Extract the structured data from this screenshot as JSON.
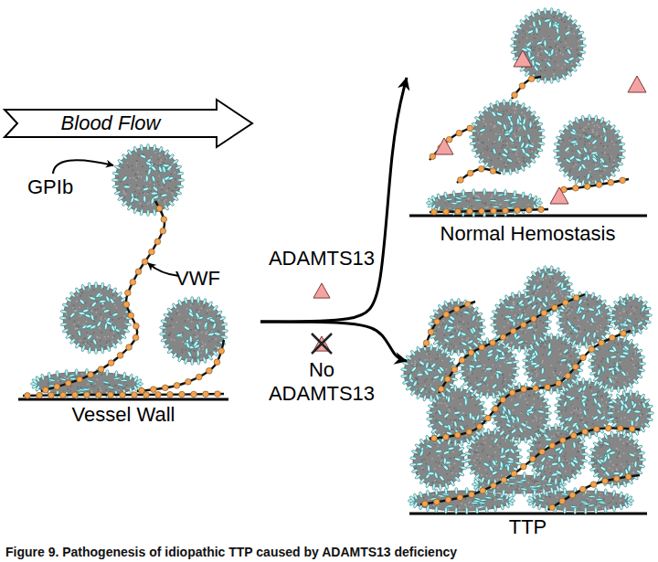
{
  "diagram": {
    "caption": "Figure 9. Pathogenesis of idiopathic TTP caused by ADAMTS13 deficiency",
    "nodes": [
      {
        "text": [
          "Blood Flow"
        ]
      },
      {
        "text": [
          "Vessel Wall"
        ]
      },
      {
        "text": [
          "Normal Hemostasis"
        ]
      },
      {
        "text": [
          "TTP"
        ]
      }
    ],
    "edges": [
      {
        "from": 1,
        "to": 2,
        "arrow": "to"
      },
      {
        "from": 1,
        "to": 3,
        "arrow": "to"
      }
    ],
    "labels": [
      "GPIb",
      "VWF",
      "ADAMTS13",
      "No ADAMTS13"
    ]
  }
}
